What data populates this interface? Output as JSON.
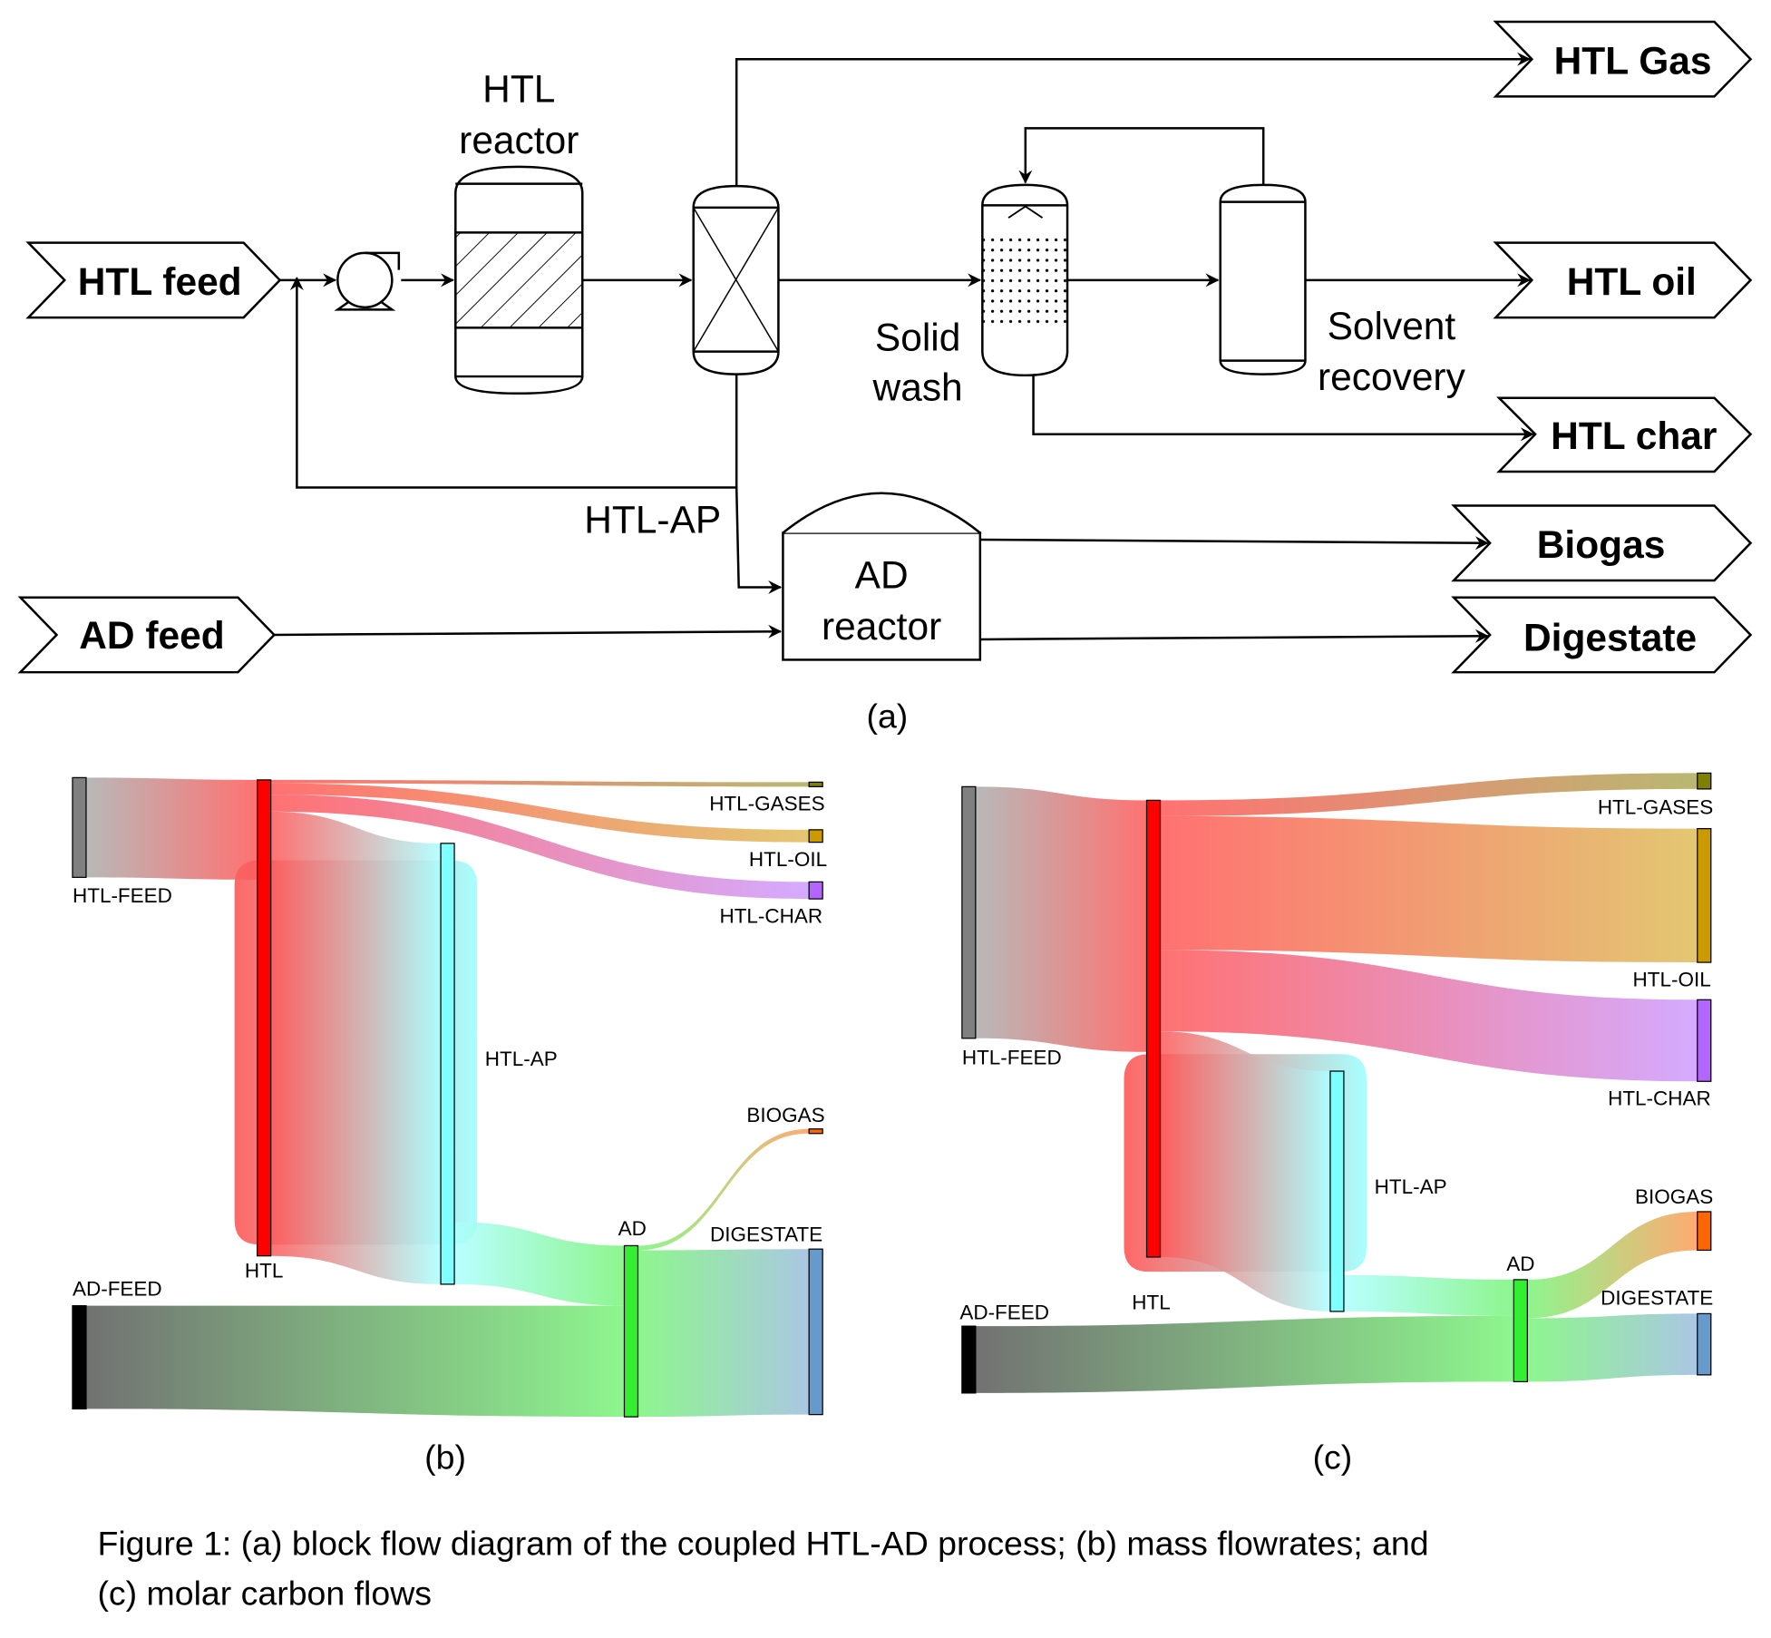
{
  "block_diagram": {
    "streams": {
      "htl_feed": "HTL feed",
      "ad_feed": "AD feed",
      "htl_gas": "HTL Gas",
      "htl_oil": "HTL oil",
      "htl_char": "HTL char",
      "biogas": "Biogas",
      "digestate": "Digestate"
    },
    "units": {
      "htl_reactor_1": "HTL",
      "htl_reactor_2": "reactor",
      "solid_wash_1": "Solid",
      "solid_wash_2": "wash",
      "solvent_recovery_1": "Solvent",
      "solvent_recovery_2": "recovery",
      "ad_reactor_1": "AD",
      "ad_reactor_2": "reactor",
      "htl_ap": "HTL-AP"
    },
    "panel_label": "(a)"
  },
  "sankey_b": {
    "panel_label": "(b)",
    "nodes": {
      "htl_feed": "HTL-FEED",
      "htl": "HTL",
      "htl_gases": "HTL-GASES",
      "htl_oil": "HTL-OIL",
      "htl_char": "HTL-CHAR",
      "htl_ap": "HTL-AP",
      "ad": "AD",
      "ad_feed": "AD-FEED",
      "biogas": "BIOGAS",
      "digestate": "DIGESTATE"
    }
  },
  "sankey_c": {
    "panel_label": "(c)",
    "nodes": {
      "htl_feed": "HTL-FEED",
      "htl": "HTL",
      "htl_gases": "HTL-GASES",
      "htl_oil": "HTL-OIL",
      "htl_char": "HTL-CHAR",
      "htl_ap": "HTL-AP",
      "ad": "AD",
      "ad_feed": "AD-FEED",
      "biogas": "BIOGAS",
      "digestate": "DIGESTATE"
    }
  },
  "node_colors": {
    "htl_feed": "#808080",
    "htl": "#ff0000",
    "htl_gases": "#808000",
    "htl_oil": "#cc9900",
    "htl_char": "#b266ff",
    "htl_ap": "#80ffff",
    "ad": "#33ee33",
    "ad_feed": "#000000",
    "biogas": "#ff6600",
    "digestate": "#6699cc"
  },
  "caption": {
    "line1": "Figure 1: (a) block flow diagram of the coupled HTL-AD process; (b) mass flowrates; and",
    "line2": "(c) molar carbon flows"
  }
}
